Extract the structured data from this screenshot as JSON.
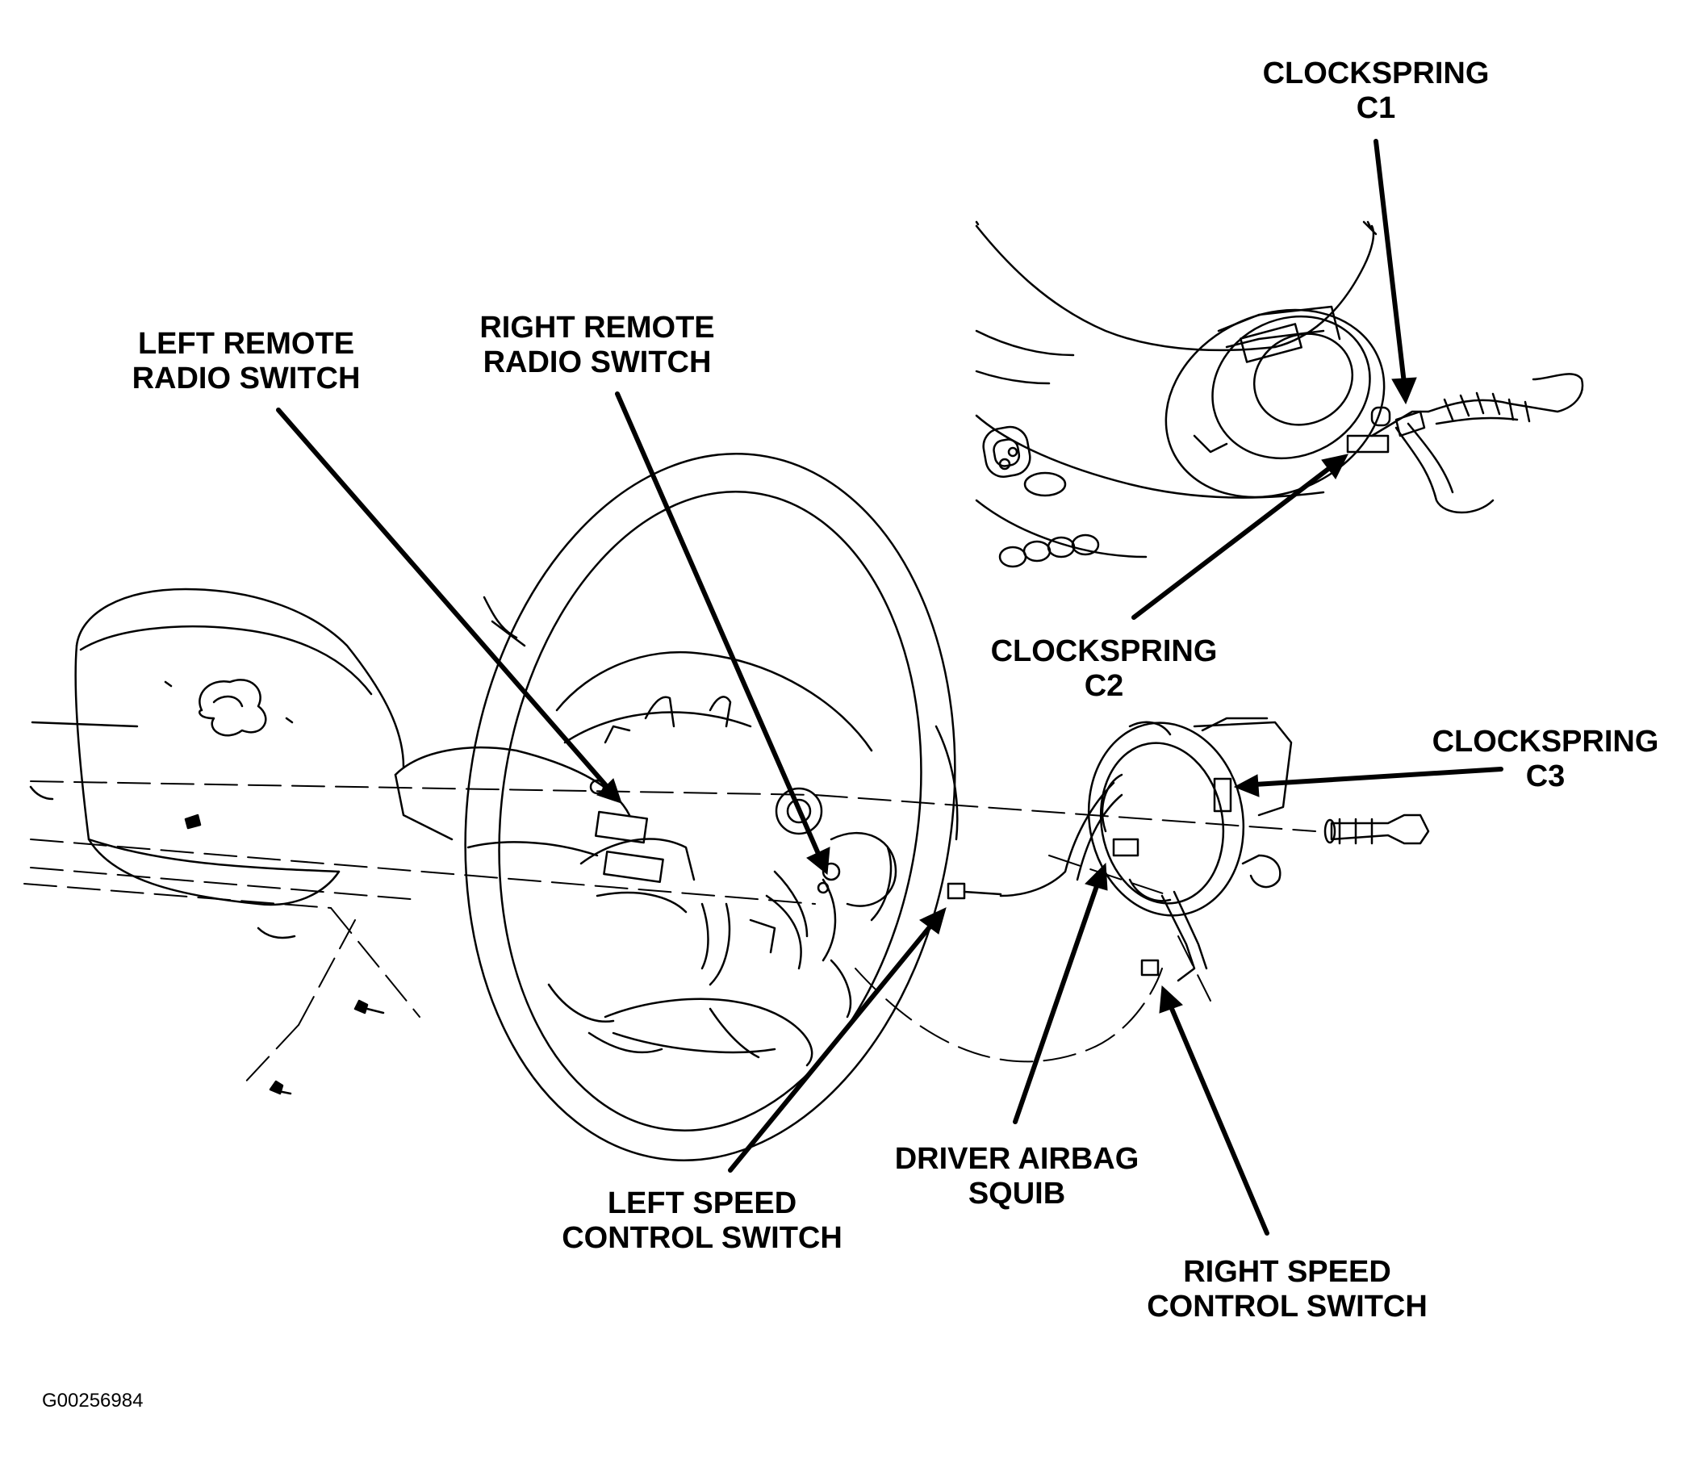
{
  "labels": {
    "left_remote_radio_switch": {
      "line1": "LEFT REMOTE",
      "line2": "RADIO SWITCH"
    },
    "right_remote_radio_switch": {
      "line1": "RIGHT REMOTE",
      "line2": "RADIO SWITCH"
    },
    "clockspring_c1": {
      "line1": "CLOCKSPRING",
      "line2": "C1"
    },
    "clockspring_c2": {
      "line1": "CLOCKSPRING",
      "line2": "C2"
    },
    "clockspring_c3": {
      "line1": "CLOCKSPRING",
      "line2": "C3"
    },
    "left_speed_control_switch": {
      "line1": "LEFT SPEED",
      "line2": "CONTROL SWITCH"
    },
    "driver_airbag_squib": {
      "line1": "DRIVER AIRBAG",
      "line2": "SQUIB"
    },
    "right_speed_control_switch": {
      "line1": "RIGHT SPEED",
      "line2": "CONTROL SWITCH"
    }
  },
  "figure_id": "G00256984",
  "colors": {
    "ink": "#000000",
    "paper": "#ffffff"
  }
}
